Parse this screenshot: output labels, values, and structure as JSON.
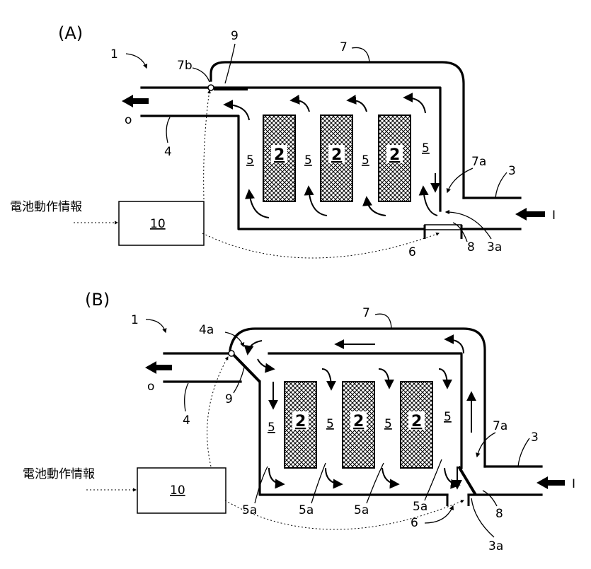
{
  "panel_a": {
    "title": "(A)",
    "device_ref": "1",
    "duct_ref": "7",
    "duct_outlet_ref": "7b",
    "duct_inlet_ref": "7a",
    "valve_upper_ref": "9",
    "outlet_ref": "4",
    "inlet_ref": "3",
    "inlet_port_ref": "3a",
    "valve_lower_ref": "6",
    "valve_ref_8": "8",
    "passage_ref": "5",
    "battery_ref": "2",
    "outflow_label": "o",
    "inflow_label": "I",
    "controller_ref": "10",
    "input_label": "電池動作情報"
  },
  "panel_b": {
    "title": "(B)",
    "device_ref": "1",
    "duct_ref": "7",
    "duct_outlet_ref": "4a",
    "duct_inlet_ref": "7a",
    "valve_upper_ref": "9",
    "outlet_ref": "4",
    "inlet_ref": "3",
    "inlet_port_ref": "3a",
    "valve_lower_ref": "6",
    "valve_ref_8": "8",
    "passage_ref": "5",
    "sub_passage_ref": "5a",
    "battery_ref": "2",
    "outflow_label": "o",
    "inflow_label": "I",
    "controller_ref": "10",
    "input_label": "電池動作情報"
  }
}
